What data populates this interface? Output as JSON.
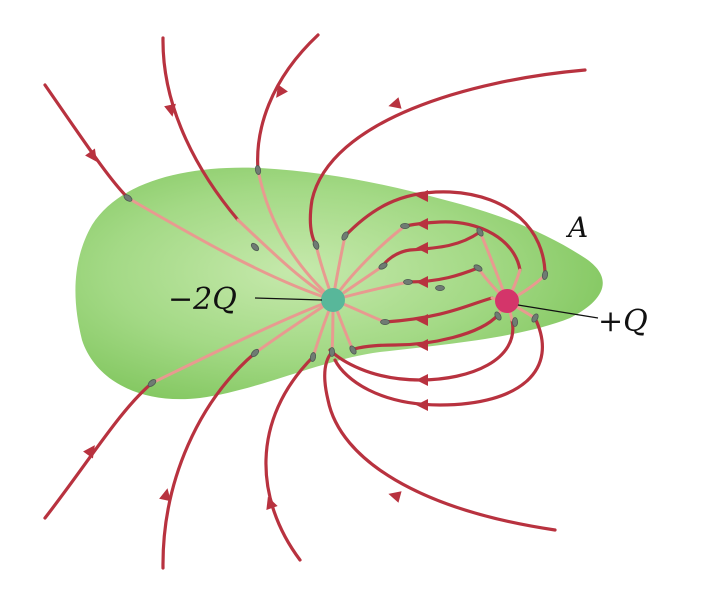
{
  "labels": {
    "negative_charge": "−2Q",
    "positive_charge": "+Q",
    "surface": "A"
  },
  "colors": {
    "field_line": "#b8323f",
    "field_line_inside": "#e89a90",
    "surface_fill": "#8ccf6a",
    "surface_light": "#bfe6a4",
    "negative_charge": "#58b79a",
    "positive_charge": "#d4356a",
    "crossing_mark": "#6f7b73"
  },
  "icons": {
    "arrow": "field-direction-arrowhead"
  }
}
